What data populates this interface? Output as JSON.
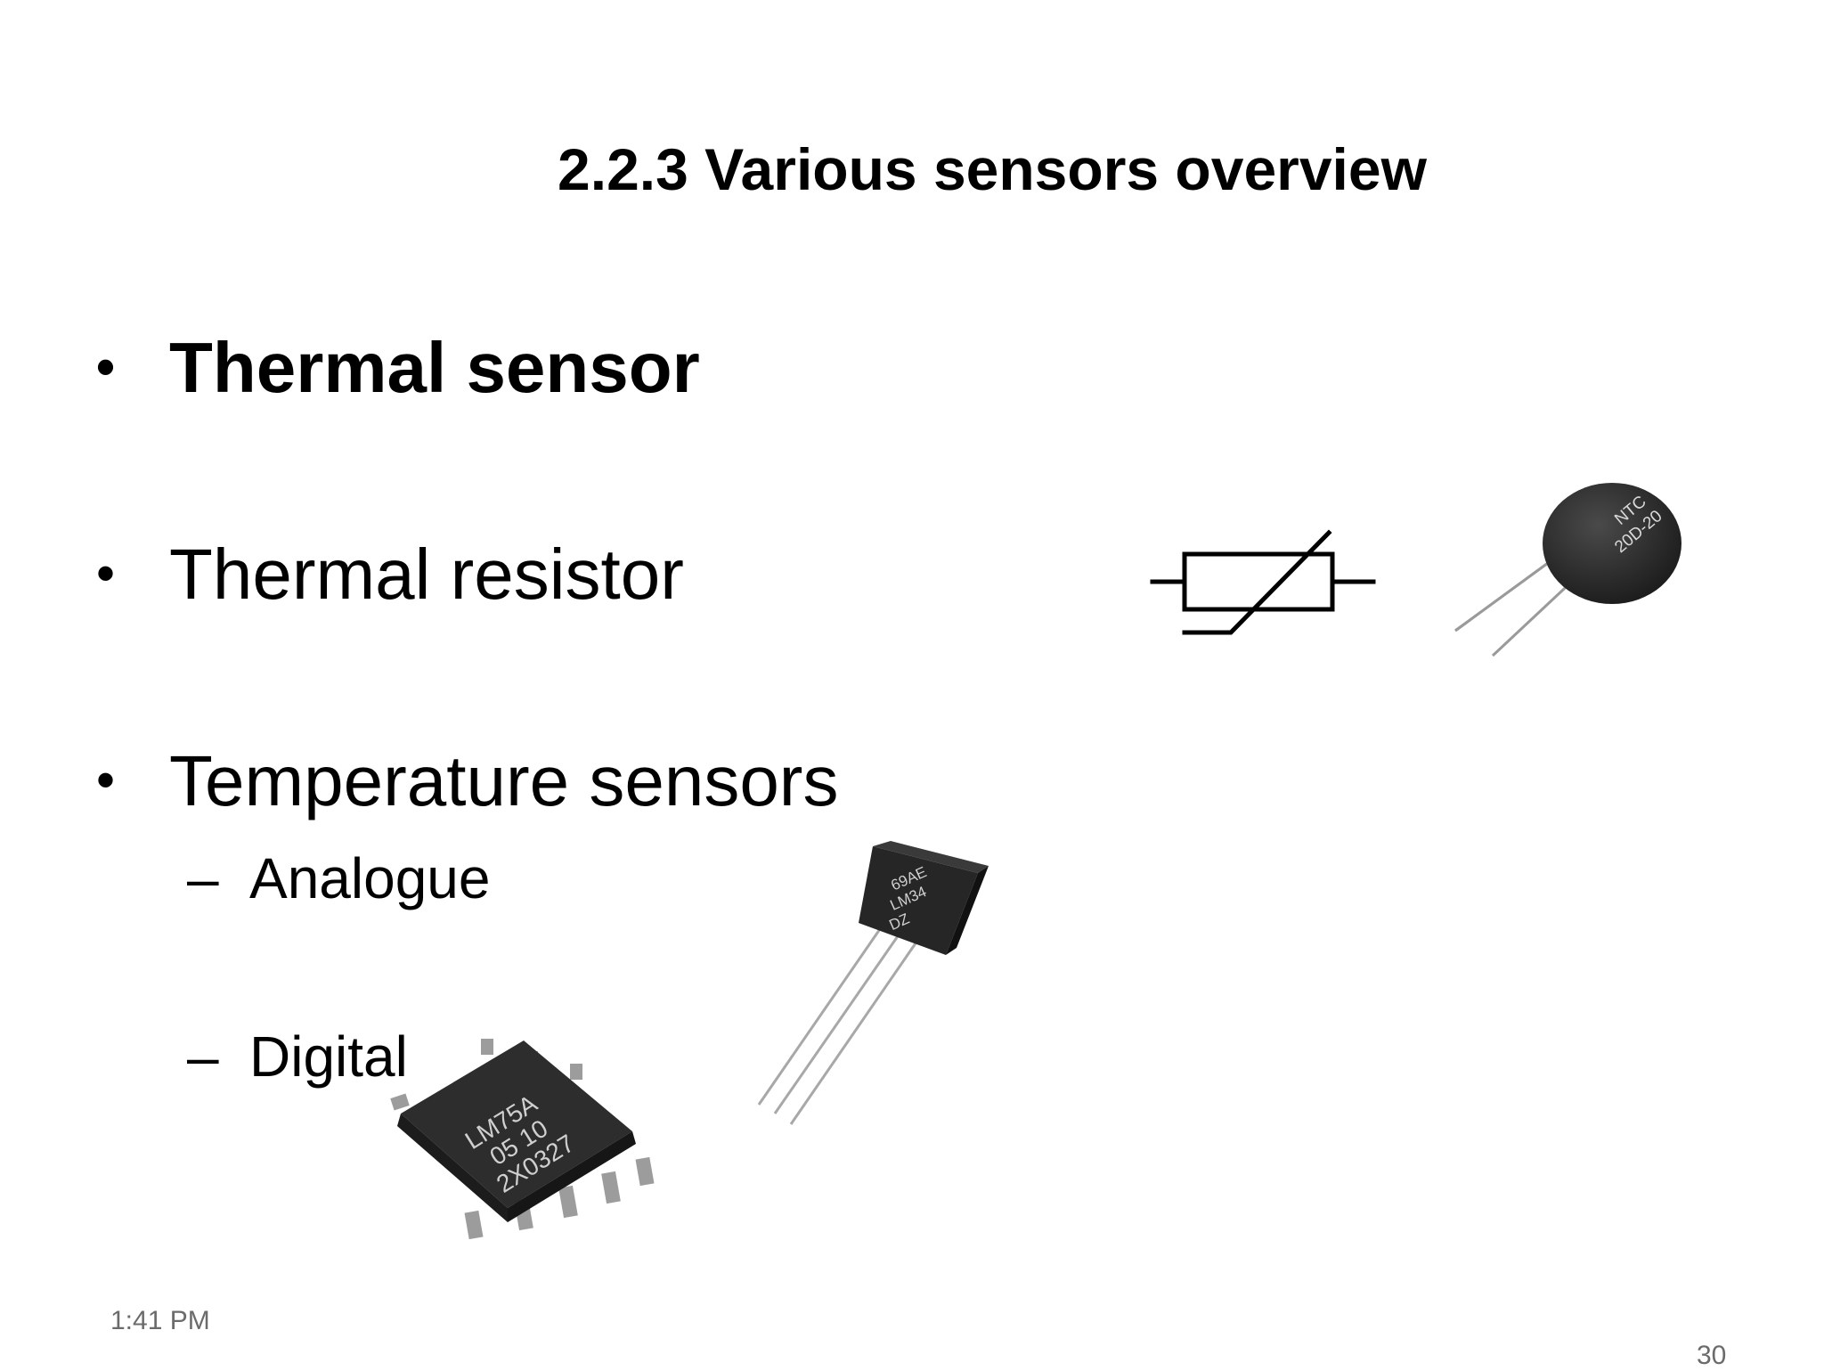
{
  "slide": {
    "title": "2.2.3 Various sensors overview",
    "bullets": [
      {
        "text": "Thermal sensor",
        "bold": true
      },
      {
        "text": "Thermal resistor",
        "bold": false
      },
      {
        "text": "Temperature sensors",
        "bold": false
      }
    ],
    "sub_bullets": [
      {
        "text": "Analogue"
      },
      {
        "text": "Digital"
      }
    ],
    "bullet_glyph": "•",
    "sub_glyph": "–",
    "footer_time": "1:41 PM",
    "page_number": "30",
    "component_markings": {
      "ntc": [
        "NTC",
        "20D-20"
      ],
      "to92": [
        "69AE",
        "LM34",
        "DZ"
      ],
      "soic": [
        "LM75A",
        "05 10",
        "2X0327"
      ]
    },
    "colors": {
      "text": "#000000",
      "footer": "#6b6b6b",
      "component_body": "#2b2b2b"
    }
  }
}
